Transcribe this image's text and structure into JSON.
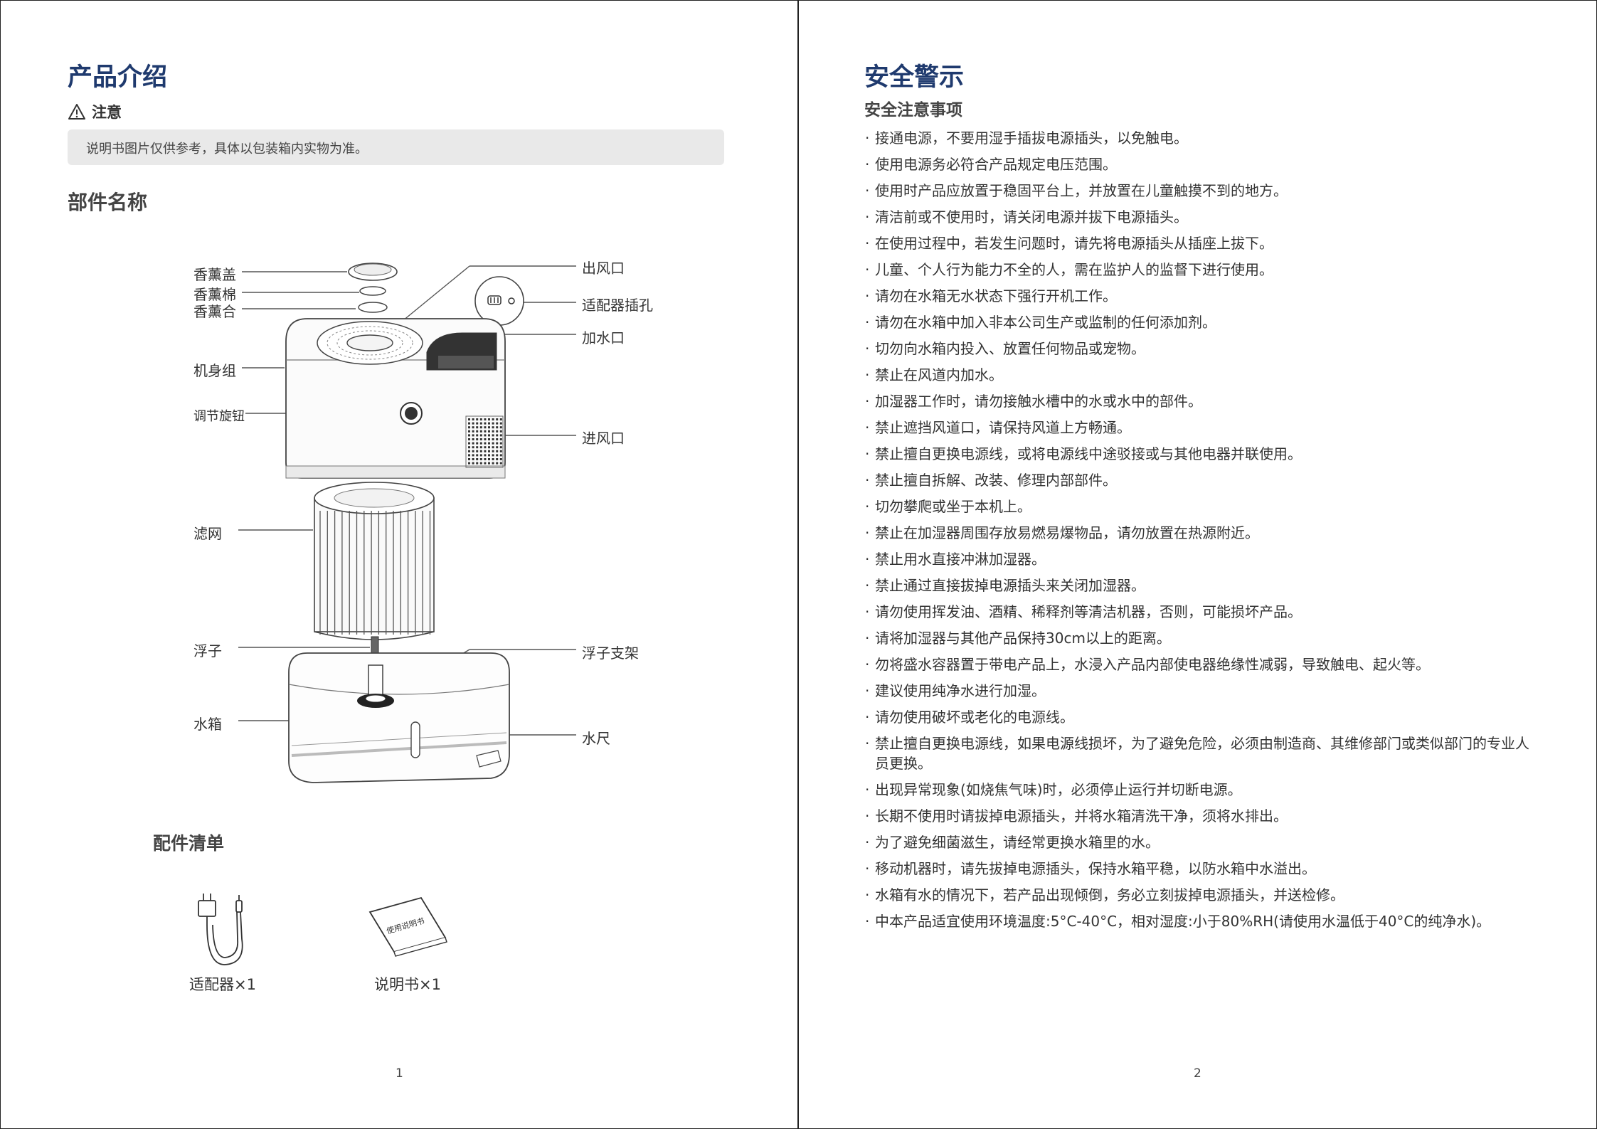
{
  "left_page": {
    "title": "产品介绍",
    "notice_title": "注意",
    "notice_text": "说明书图片仅供参考，具体以包装箱内实物为准。",
    "parts_title": "部件名称",
    "parts_labels": {
      "aroma_cover": "香薰盖",
      "aroma_cotton": "香薰棉",
      "aroma_box": "香薰合",
      "body_assembly": "机身组",
      "adjust_knob": "调节旋钮",
      "filter": "滤网",
      "float": "浮子",
      "water_tank": "水箱",
      "air_outlet": "出风口",
      "adapter_jack": "适配器插孔",
      "water_inlet": "加水口",
      "air_inlet": "进风口",
      "float_bracket": "浮子支架",
      "water_gauge": "水尺"
    },
    "accessories_title": "配件清单",
    "accessories": [
      {
        "label": "适配器×1",
        "icon": "adapter-icon"
      },
      {
        "label": "说明书×1",
        "icon": "manual-icon"
      }
    ],
    "manual_icon_text": "使用说明书",
    "page_number": "1"
  },
  "right_page": {
    "title": "安全警示",
    "subtitle": "安全注意事项",
    "items": [
      "接通电源，不要用湿手插拔电源插头，以免触电。",
      "使用电源务必符合产品规定电压范围。",
      "使用时产品应放置于稳固平台上，并放置在儿童触摸不到的地方。",
      "清洁前或不使用时，请关闭电源并拔下电源插头。",
      "在使用过程中，若发生问题时，请先将电源插头从插座上拔下。",
      "儿童、个人行为能力不全的人，需在监护人的监督下进行使用。",
      "请勿在水箱无水状态下强行开机工作。",
      "请勿在水箱中加入非本公司生产或监制的任何添加剂。",
      "切勿向水箱内投入、放置任何物品或宠物。",
      "禁止在风道内加水。",
      "加湿器工作时，请勿接触水槽中的水或水中的部件。",
      "禁止遮挡风道口，请保持风道上方畅通。",
      "禁止擅自更换电源线，或将电源线中途驳接或与其他电器并联使用。",
      "禁止擅自拆解、改装、修理内部部件。",
      "切勿攀爬或坐于本机上。",
      "禁止在加湿器周围存放易燃易爆物品，请勿放置在热源附近。",
      "禁止用水直接冲淋加湿器。",
      "禁止通过直接拔掉电源插头来关闭加湿器。",
      "请勿使用挥发油、酒精、稀释剂等清洁机器，否则，可能损坏产品。",
      "请将加湿器与其他产品保持30cm以上的距离。",
      "勿将盛水容器置于带电产品上，水浸入产品内部使电器绝缘性减弱，导致触电、起火等。",
      "建议使用纯净水进行加湿。",
      "请勿使用破坏或老化的电源线。",
      "禁止擅自更换电源线，如果电源线损坏，为了避免危险，必须由制造商、其维修部门或类似部门的专业人员更换。",
      "出现异常现象(如烧焦气味)时，必须停止运行并切断电源。",
      "长期不使用时请拔掉电源插头，并将水箱清洗干净，须将水排出。",
      "为了避免细菌滋生，请经常更换水箱里的水。",
      "移动机器时，请先拔掉电源插头，保持水箱平稳，以防水箱中水溢出。",
      "水箱有水的情况下，若产品出现倾倒，务必立刻拔掉电源插头，并送检修。",
      "中本产品适宜使用环境温度:5°C-40°C，相对湿度:小于80%RH(请使用水温低于40°C的纯净水)。"
    ],
    "page_number": "2"
  }
}
